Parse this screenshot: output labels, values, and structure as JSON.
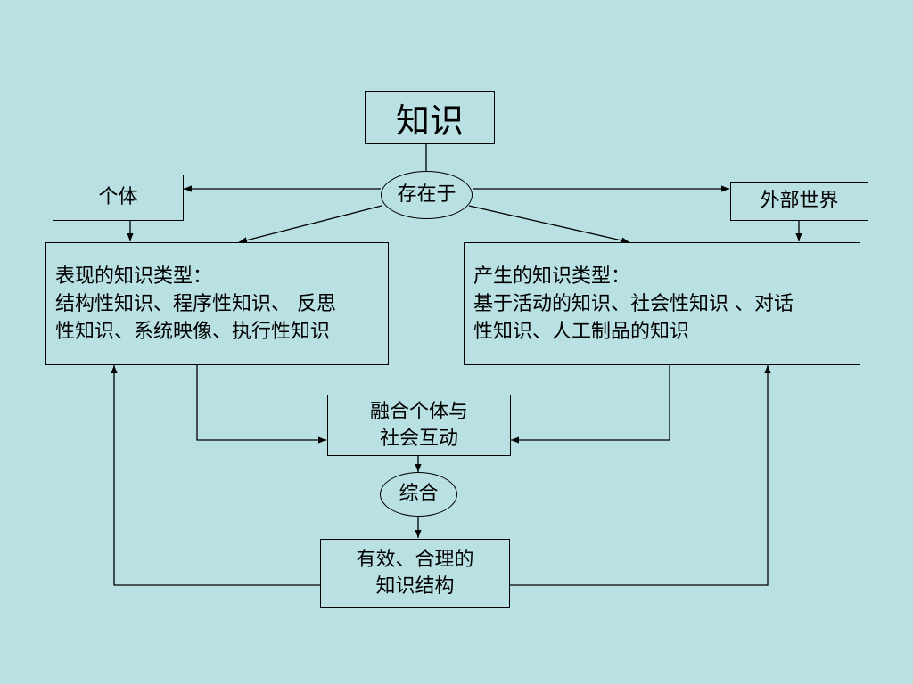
{
  "diagram": {
    "title": "知识",
    "exists_in": "存在于",
    "individual": "个体",
    "external_world": "外部世界",
    "left_box": {
      "heading": "表现的知识类型：",
      "line1": "结构性知识、程序性知识、 反思",
      "line2": "性知识、系统映像、执行性知识"
    },
    "right_box": {
      "heading": "产生的知识类型：",
      "line1": "基于活动的知识、社会性知识 、对话",
      "line2": "性知识、人工制品的知识"
    },
    "fusion": {
      "line1": "融合个体与",
      "line2": "社会互动"
    },
    "synthesis": "综合",
    "result": {
      "line1": "有效、合理的",
      "line2": "知识结构"
    }
  }
}
